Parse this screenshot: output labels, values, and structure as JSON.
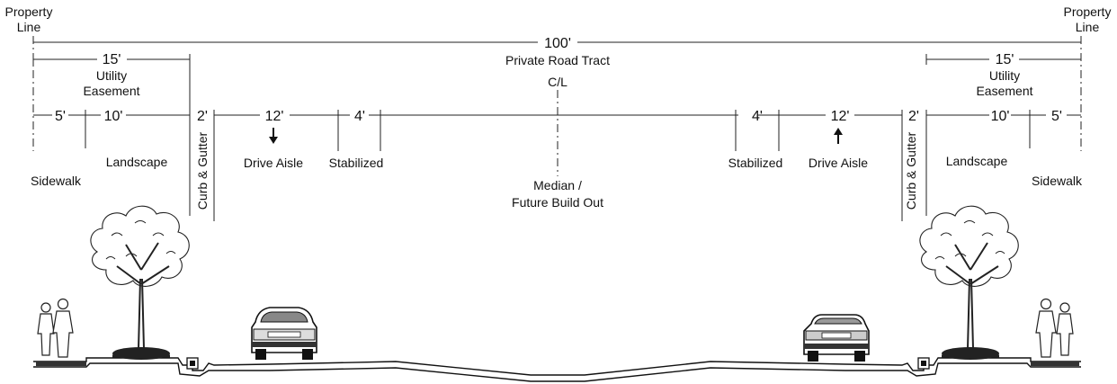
{
  "property_line": {
    "left": [
      "Property",
      "Line"
    ],
    "right": [
      "Property",
      "Line"
    ]
  },
  "total": {
    "dim": "100'",
    "label": "Private Road Tract"
  },
  "centerline": "C/L",
  "easement": {
    "dim": "15'",
    "label": [
      "Utility",
      "Easement"
    ]
  },
  "left_dims": {
    "sidewalk": "5'",
    "landscape": "10'",
    "curb": "2'",
    "drive": "12'",
    "stabilized": "4'"
  },
  "right_dims": {
    "stabilized": "4'",
    "drive": "12'",
    "curb": "2'",
    "landscape": "10'",
    "sidewalk": "5'"
  },
  "labels": {
    "sidewalk_left": "Sidewalk",
    "landscape_left": "Landscape",
    "curb_left": "Curb & Gutter",
    "drive_left": "Drive Aisle",
    "stabilized_left": "Stabilized",
    "median": [
      "Median /",
      "Future Build Out"
    ],
    "stabilized_right": "Stabilized",
    "drive_right": "Drive Aisle",
    "curb_right": "Curb & Gutter",
    "landscape_right": "Landscape",
    "sidewalk_right": "Sidewalk"
  },
  "icons": [
    "down-arrow-icon",
    "up-arrow-icon",
    "tree-icon",
    "car-icon",
    "pickup-truck-icon",
    "pedestrians-icon"
  ]
}
